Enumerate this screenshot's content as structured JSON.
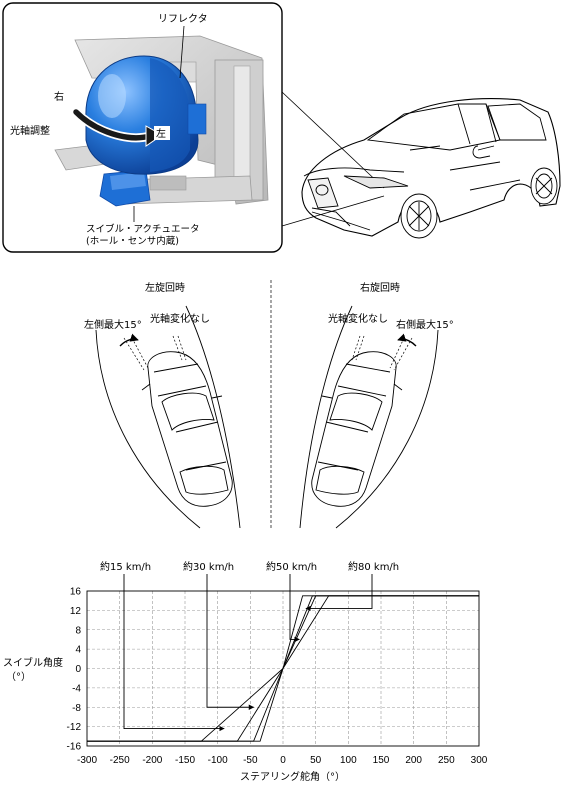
{
  "top_panel": {
    "reflector_label": "リフレクタ",
    "right_label": "右",
    "left_label": "左",
    "axis_adjust_label": "光軸調整",
    "actuator_label_line1": "スイブル・アクチュエータ",
    "actuator_label_line2": "(ホール・センサ内蔵)"
  },
  "turn_panel": {
    "left_turn_title": "左旋回時",
    "right_turn_title": "右旋回時",
    "left_max_label": "左側最大15°",
    "no_change_left": "光軸変化なし",
    "no_change_right": "光軸変化なし",
    "right_max_label": "右側最大15°"
  },
  "colors": {
    "lamp_blue": "#1e6fd6",
    "lamp_blue_dark": "#0f4aa8",
    "housing_gray": "#d2d2d2",
    "grid_gray": "#9a9a9a"
  },
  "chart_data": {
    "type": "line",
    "xlabel": "ステアリング舵角（°）",
    "ylabel_line1": "スイブル角度",
    "ylabel_line2": "（°）",
    "xlim": [
      -300,
      300
    ],
    "ylim": [
      -16,
      16
    ],
    "x_ticks": [
      -300,
      -250,
      -200,
      -150,
      -100,
      -50,
      0,
      50,
      100,
      150,
      200,
      250,
      300
    ],
    "y_ticks": [
      16,
      12,
      8,
      4,
      0,
      -4,
      -8,
      -12,
      -16
    ],
    "x_tick_labels": [
      "-300",
      "-250",
      "-200",
      "-150",
      "-100",
      "-50",
      "0",
      "50",
      "100",
      "150",
      "200",
      "250",
      "300"
    ],
    "y_tick_labels": [
      "16",
      "12",
      "8",
      "4",
      "0",
      "-4",
      "-8",
      "-12",
      "-16"
    ],
    "grid": true,
    "series": [
      {
        "name": "約15 km/h",
        "points": [
          [
            -300,
            -15
          ],
          [
            -125,
            -15
          ],
          [
            0,
            0
          ],
          [
            30,
            15
          ],
          [
            300,
            15
          ]
        ]
      },
      {
        "name": "約30 km/h",
        "points": [
          [
            -300,
            -15
          ],
          [
            -70,
            -15
          ],
          [
            0,
            0
          ],
          [
            45,
            15
          ],
          [
            300,
            15
          ]
        ]
      },
      {
        "name": "約50 km/h",
        "points": [
          [
            -300,
            -15
          ],
          [
            -45,
            -15
          ],
          [
            0,
            0
          ],
          [
            50,
            15
          ],
          [
            300,
            15
          ]
        ]
      },
      {
        "name": "約80 km/h",
        "points": [
          [
            -300,
            -15
          ],
          [
            -35,
            -15
          ],
          [
            0,
            0
          ],
          [
            70,
            15
          ],
          [
            300,
            15
          ]
        ]
      }
    ],
    "callouts": [
      {
        "label": "約15 km/h",
        "target": [
          -90,
          -12.4
        ]
      },
      {
        "label": "約30 km/h",
        "target": [
          -45,
          -8.0
        ]
      },
      {
        "label": "約50 km/h",
        "target": [
          25,
          6.0
        ]
      },
      {
        "label": "約80 km/h",
        "target": [
          35,
          12.4
        ]
      }
    ]
  }
}
